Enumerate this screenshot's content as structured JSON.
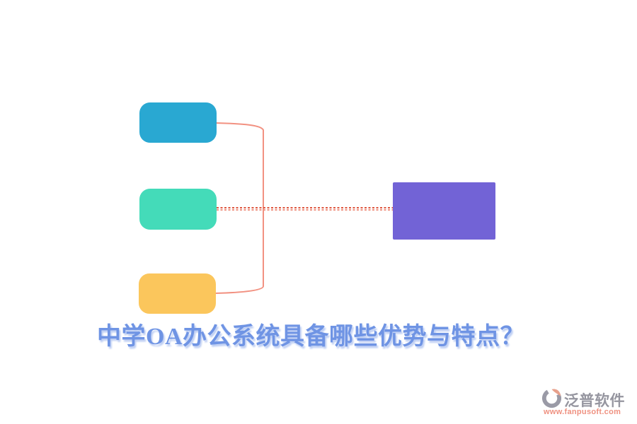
{
  "title": {
    "text": "中学OA办公系统具备哪些优势与特点？",
    "color": "#6F94E4",
    "shadow_color": "#BCCDF3"
  },
  "diagram": {
    "type": "mindmap",
    "nodes": {
      "branch_top": {
        "label": "",
        "color": "#29A8D2"
      },
      "branch_middle": {
        "label": "",
        "color": "#44DBB9"
      },
      "branch_bottom": {
        "label": "",
        "color": "#FBC65C"
      },
      "root": {
        "label": "",
        "color": "#7263D6"
      }
    },
    "links": {
      "bracket_color": "#F29181",
      "dotted_link_color": "#DE5740",
      "dotted_link_color_light": "#EE9180"
    }
  },
  "watermark": {
    "brand": "泛普软件",
    "url": "www.fanpusoft.com",
    "brand_color": "#9696A0",
    "url_color": "#EF9180",
    "logo_gray": "#9A9AA6",
    "logo_accent": "#E8A18C"
  }
}
